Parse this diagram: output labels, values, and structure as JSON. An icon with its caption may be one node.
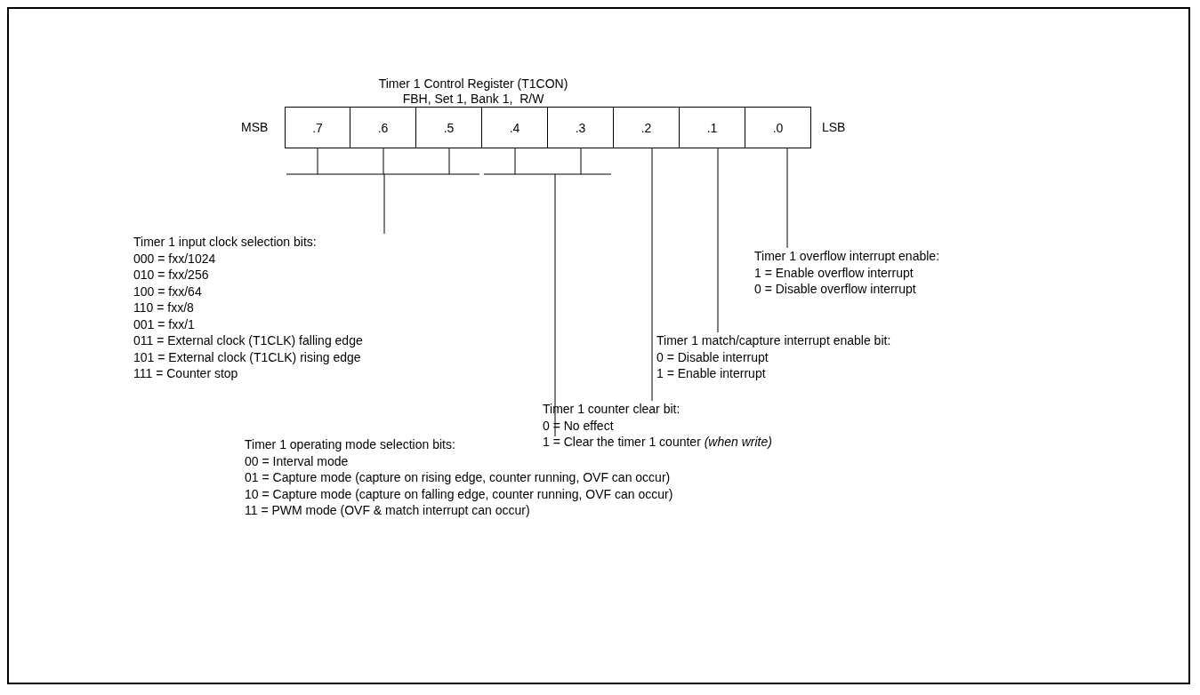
{
  "diagram": {
    "title": "Timer 1 Control Register (T1CON)",
    "nodes": [
      {
        "text": [
          ".7"
        ]
      },
      {
        "text": [
          ".6"
        ]
      },
      {
        "text": [
          ".5"
        ]
      },
      {
        "text": [
          ".4"
        ]
      },
      {
        "text": [
          ".3"
        ]
      },
      {
        "text": [
          ".2"
        ]
      },
      {
        "text": [
          ".1"
        ]
      },
      {
        "text": [
          ".0"
        ]
      },
      {
        "text": [
          "Timer 1 input clock selection bits:",
          "000 = fxx/1024",
          "010 = fxx/256",
          "100 = fxx/64",
          "110 = fxx/8",
          "001 = fxx/1",
          "011 = External clock (T1CLK) falling edge",
          "101 = External clock (T1CLK) rising edge",
          "111 = Counter stop"
        ]
      },
      {
        "text": [
          "Timer 1 operating mode selection bits:",
          "00 = Interval mode",
          "01 = Capture mode (capture on rising edge, counter running, OVF can occur)",
          "10 = Capture mode (capture on falling edge, counter running, OVF can occur)",
          "11 = PWM mode (OVF & match interrupt can occur)"
        ]
      },
      {
        "text": [
          "Timer 1 counter clear bit:",
          "0 = No effect",
          "1 = Clear the timer 1 counter *(when write)*"
        ]
      },
      {
        "text": [
          "Timer 1 match/capture interrupt enable bit:",
          "0 = Disable interrupt",
          "1 = Enable interrupt"
        ]
      },
      {
        "text": [
          "Timer 1 overflow interrupt enable:",
          "1 = Enable overflow interrupt",
          "0 = Disable overflow interrupt"
        ]
      }
    ],
    "edges": [
      {
        "from": 8,
        "to": 0,
        "arrow": "none"
      },
      {
        "from": 8,
        "to": 1,
        "arrow": "none"
      },
      {
        "from": 8,
        "to": 2,
        "arrow": "none"
      },
      {
        "from": 9,
        "to": 3,
        "arrow": "none"
      },
      {
        "from": 9,
        "to": 4,
        "arrow": "none"
      },
      {
        "from": 10,
        "to": 5,
        "arrow": "none"
      },
      {
        "from": 11,
        "to": 6,
        "arrow": "none"
      },
      {
        "from": 12,
        "to": 7,
        "arrow": "none"
      }
    ],
    "labels": [
      "FBH, Set 1, Bank 1,  R/W",
      "MSB",
      "LSB"
    ]
  }
}
